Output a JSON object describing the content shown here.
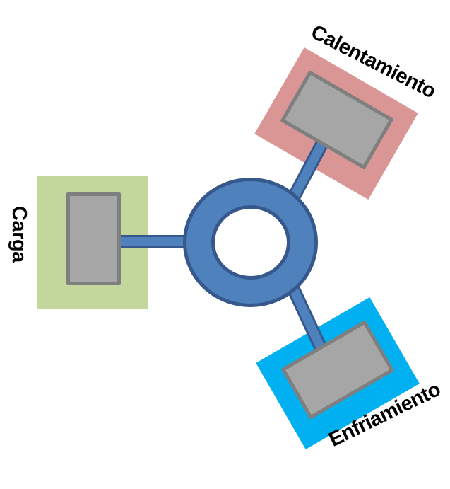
{
  "diagram": {
    "background": "#ffffff",
    "text_color": "#000000",
    "hub": {
      "shape": "ring",
      "fill": "#4f81bd",
      "stroke": "#36588c"
    },
    "connector": {
      "fill": "#4f81bd",
      "stroke": "#36588c"
    },
    "machine_block": {
      "fill": "#a6a6a6",
      "stroke": "#7f7f7f"
    },
    "stations": {
      "calentamiento": {
        "label": "Calentamiento",
        "panel_color": "#d99694"
      },
      "carga": {
        "label": "Carga",
        "panel_color": "#c3d69b"
      },
      "enfriamiento": {
        "label": "Enfriamiento",
        "panel_color": "#00b0f0"
      }
    }
  }
}
